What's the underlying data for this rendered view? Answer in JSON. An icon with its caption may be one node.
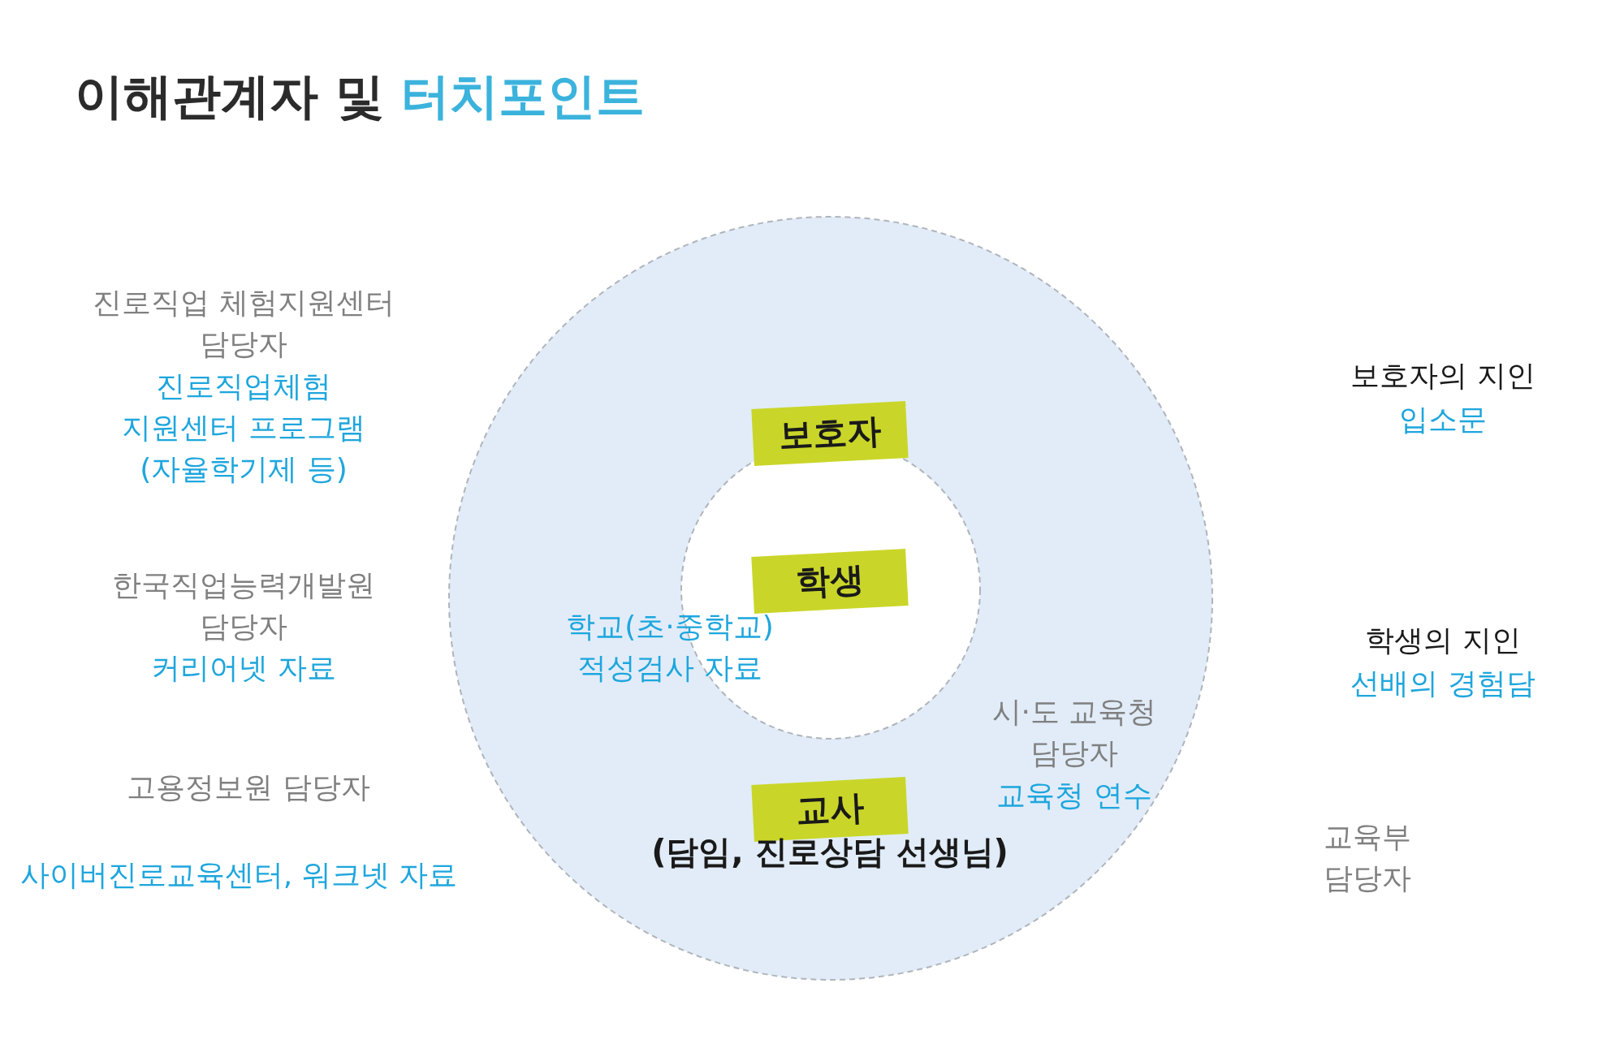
{
  "diagram": {
    "title": "이해관계자 및 터치포인트",
    "nodes": [
      {
        "text": [],
        "shape": "circle"
      },
      {
        "text": [],
        "shape": "circle",
        "in": 0
      },
      {
        "text": [
          "보호자"
        ],
        "in": 0
      },
      {
        "text": [
          "학생"
        ],
        "in": 1
      },
      {
        "text": [
          "교사"
        ],
        "beside": [
          "(담임, 진로상담 선생님)"
        ],
        "in": 0
      }
    ],
    "labels": [
      "진로직업 체험지원센터 담당자",
      "진로직업체험 지원센터 프로그램 (자율학기제 등)",
      "보호자의 지인",
      "입소문",
      "한국직업능력개발원 담당자",
      "학교(초·중학교) 적성검사 자료",
      "커리어넷 자료",
      "학생의 지인",
      "선배의 경험담",
      "시·도 교육청 담당자",
      "교육청 연수",
      "고용정보원 담당자",
      "교육부 담당자",
      "사이버진로교육센터, 워크넷 자료"
    ]
  }
}
